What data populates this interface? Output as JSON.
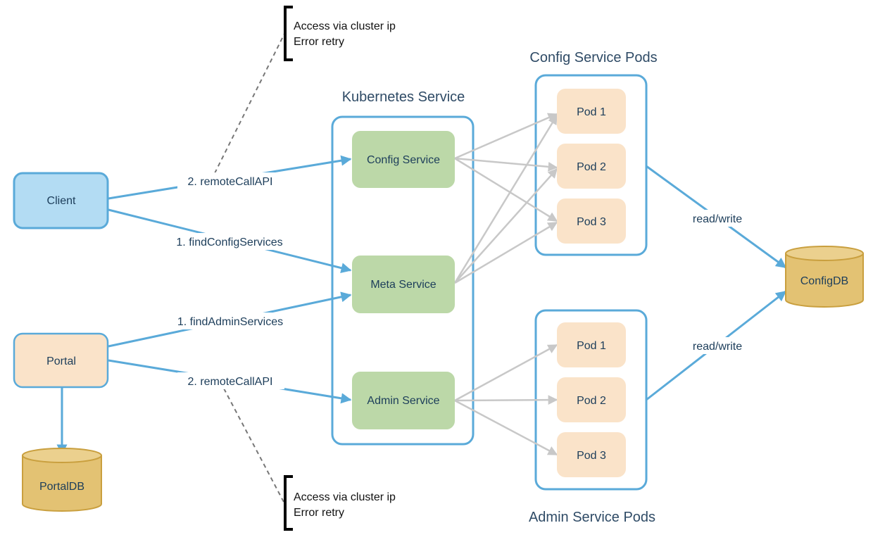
{
  "titles": {
    "kubernetes_service": "Kubernetes Service",
    "config_service_pods": "Config Service Pods",
    "admin_service_pods": "Admin Service Pods"
  },
  "nodes": {
    "client": "Client",
    "portal": "Portal",
    "portal_db": "PortalDB",
    "config_db": "ConfigDB",
    "config_service": "Config Service",
    "meta_service": "Meta Service",
    "admin_service": "Admin Service",
    "config_pods": [
      "Pod 1",
      "Pod 2",
      "Pod 3"
    ],
    "admin_pods": [
      "Pod 1",
      "Pod 2",
      "Pod 3"
    ]
  },
  "edges": {
    "client_remote_call": "2. remoteCallAPI",
    "client_find_config": "1. findConfigServices",
    "portal_find_admin": "1. findAdminServices",
    "portal_remote_call": "2. remoteCallAPI",
    "config_read_write": "read/write",
    "admin_read_write": "read/write"
  },
  "notes": {
    "top": {
      "line1": "Access via cluster ip",
      "line2": "Error retry"
    },
    "bottom": {
      "line1": "Access via cluster ip",
      "line2": "Error retry"
    }
  },
  "colors": {
    "arrow_blue": "#5aaad9",
    "arrow_grey": "#c8c8c8",
    "service_green": "#bcd8a8",
    "pod_peach": "#fae3c9",
    "client_blue": "#b3dcf3",
    "db_gold": "#e3c273"
  }
}
